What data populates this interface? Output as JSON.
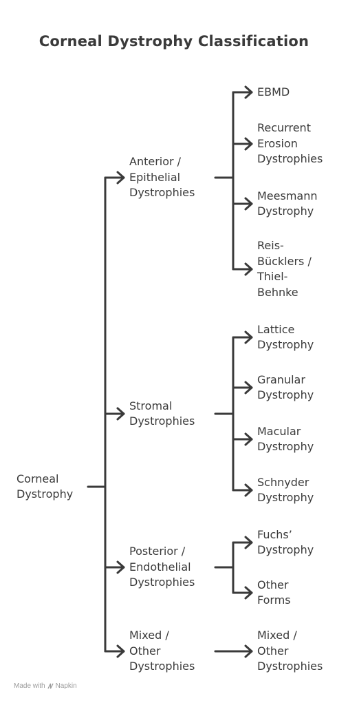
{
  "title": "Corneal Dystrophy Classification",
  "root": "Corneal\nDystrophy",
  "categories": [
    {
      "label": "Anterior /\nEpithelial\nDystrophies",
      "children": [
        "EBMD",
        "Recurrent\nErosion\nDystrophies",
        "Meesmann\nDystrophy",
        "Reis-\nBücklers /\nThiel-\nBehnke"
      ]
    },
    {
      "label": "Stromal\nDystrophies",
      "children": [
        "Lattice\nDystrophy",
        "Granular\nDystrophy",
        "Macular\nDystrophy",
        "Schnyder\nDystrophy"
      ]
    },
    {
      "label": "Posterior /\nEndothelial\nDystrophies",
      "children": [
        "Fuchs’\nDystrophy",
        "Other\nForms"
      ]
    },
    {
      "label": "Mixed /\nOther\nDystrophies",
      "children": [
        "Mixed /\nOther\nDystrophies"
      ]
    }
  ],
  "footer": {
    "made_with": "Made with",
    "brand": "Napkin"
  },
  "colors": {
    "text": "#3a3a3a",
    "line": "#3a3a3a",
    "footer": "#9a9a9a"
  }
}
